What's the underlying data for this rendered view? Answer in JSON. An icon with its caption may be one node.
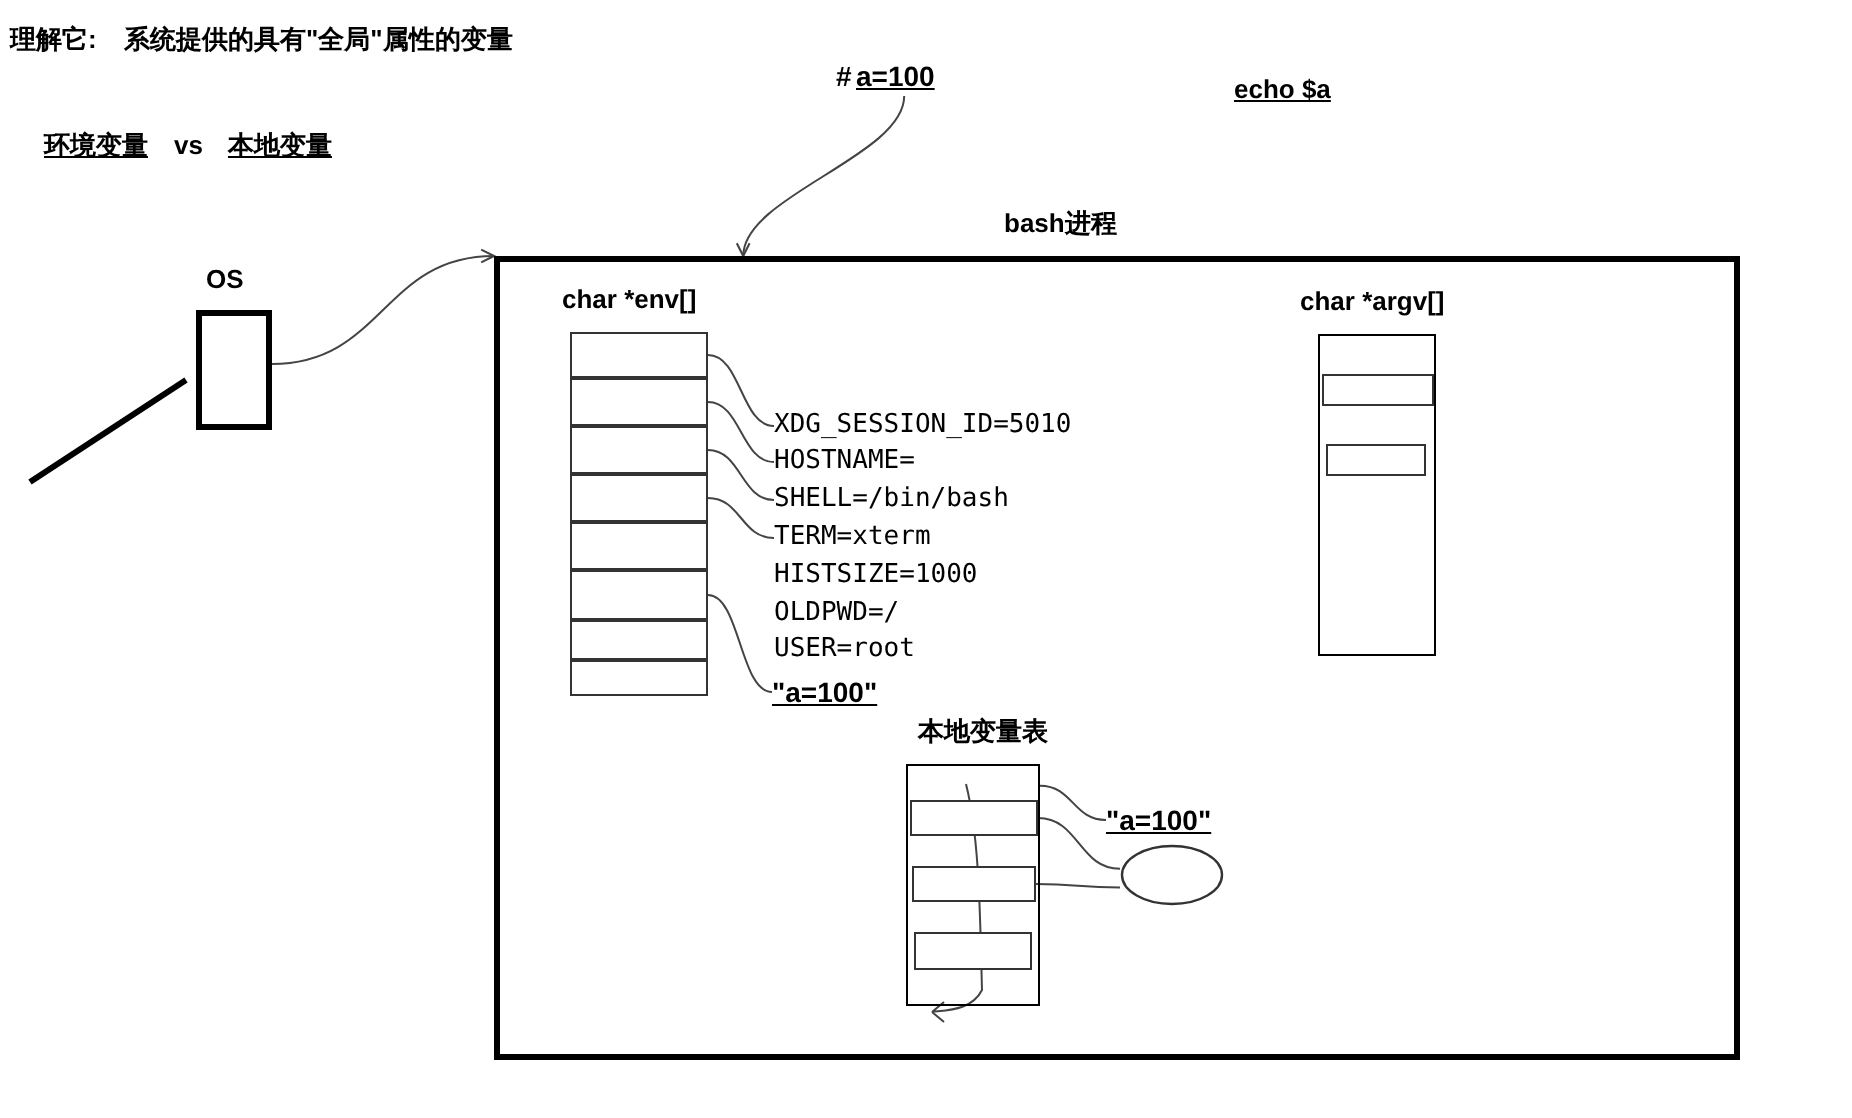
{
  "diagram": {
    "nodes": [
      {
        "text": [
          "OS"
        ]
      },
      {
        "text": [
          "a=100"
        ],
        "beside": [
          "#"
        ]
      },
      {
        "text": [
          "bash进程"
        ]
      },
      {
        "text": [
          "char *env[]"
        ],
        "in": 2
      },
      {
        "text": [],
        "shape": "box",
        "in": 3
      },
      {
        "text": [],
        "shape": "box",
        "in": 3
      },
      {
        "text": [],
        "shape": "box",
        "in": 3
      },
      {
        "text": [],
        "shape": "box",
        "in": 3
      },
      {
        "text": [],
        "shape": "box",
        "in": 3
      },
      {
        "text": [],
        "shape": "box",
        "in": 3
      },
      {
        "text": [],
        "shape": "box",
        "in": 3
      },
      {
        "text": [],
        "shape": "box",
        "in": 3
      },
      {
        "text": [
          "XDG_SESSION_ID=5010"
        ],
        "in": 2
      },
      {
        "text": [
          "HOSTNAME="
        ],
        "in": 2
      },
      {
        "text": [
          "SHELL=/bin/bash"
        ],
        "in": 2
      },
      {
        "text": [
          "TERM=xterm"
        ],
        "in": 2
      },
      {
        "text": [
          "HISTSIZE=1000"
        ],
        "in": 2
      },
      {
        "text": [
          "OLDPWD=/"
        ],
        "in": 2
      },
      {
        "text": [
          "USER=root"
        ],
        "in": 2
      },
      {
        "text": [
          "\"a=100\""
        ],
        "in": 2
      },
      {
        "text": [
          "char *argv[]"
        ],
        "in": 2
      },
      {
        "text": [],
        "shape": "box",
        "in": 20
      },
      {
        "text": [],
        "shape": "box",
        "in": 20
      },
      {
        "text": [
          "本地变量表"
        ],
        "in": 2
      },
      {
        "text": [],
        "shape": "box",
        "in": 23
      },
      {
        "text": [],
        "shape": "box",
        "in": 23
      },
      {
        "text": [],
        "shape": "box",
        "in": 23
      },
      {
        "text": [
          "\"a=100\""
        ],
        "in": 2
      },
      {
        "text": [],
        "shape": "circle",
        "in": 2
      }
    ],
    "edges": [
      {
        "from": 0,
        "to": 2,
        "arrow": "to"
      },
      {
        "from": 1,
        "to": 2,
        "arrow": "to"
      },
      {
        "from": 4,
        "to": 12,
        "arrow": "none"
      },
      {
        "from": 5,
        "to": 13,
        "arrow": "none"
      },
      {
        "from": 6,
        "to": 14,
        "arrow": "none"
      },
      {
        "from": 7,
        "to": 15,
        "arrow": "none"
      },
      {
        "from": 9,
        "to": 19,
        "arrow": "none"
      },
      {
        "from": 23,
        "to": 27,
        "arrow": "none"
      },
      {
        "from": 24,
        "to": 28,
        "arrow": "none"
      },
      {
        "from": 25,
        "to": 28,
        "arrow": "none"
      }
    ],
    "labels": [
      "理解它:",
      "系统提供的具有\"全局\"属性的变量",
      "环境变量",
      "vs",
      "本地变量",
      "echo $a"
    ]
  }
}
